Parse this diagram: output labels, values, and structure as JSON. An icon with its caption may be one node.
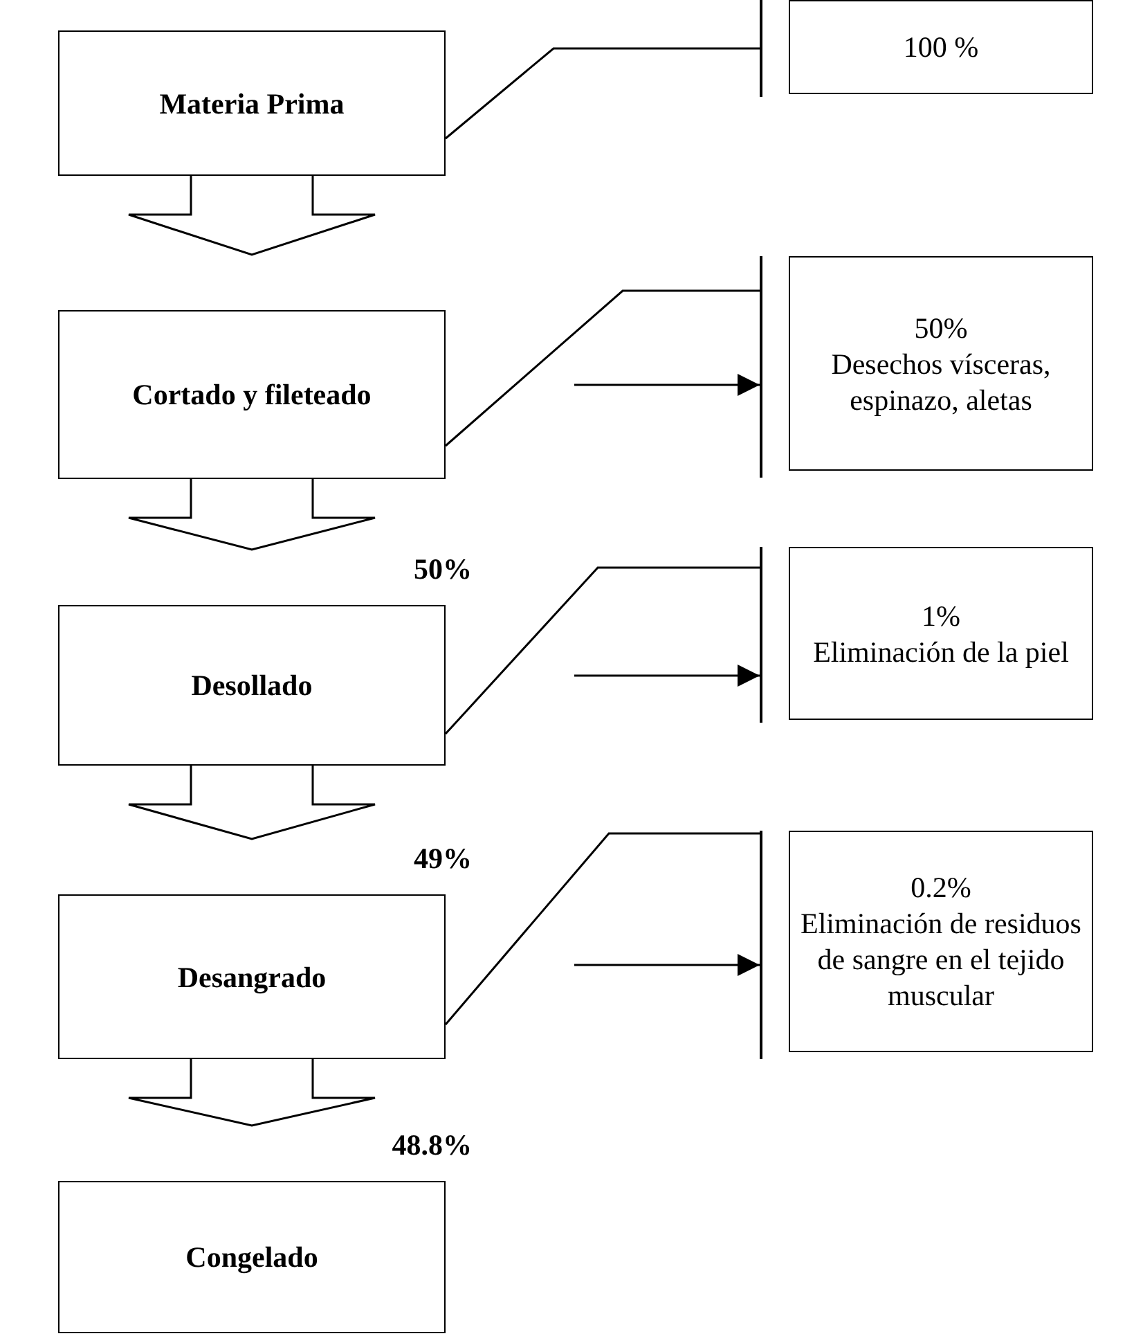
{
  "diagram": {
    "nodes": [
      {
        "text": [
          "Materia Prima"
        ]
      },
      {
        "text": [],
        "shape": "bar"
      },
      {
        "text": [
          "100 %"
        ]
      },
      {
        "text": [
          "Cortado y fileteado"
        ]
      },
      {
        "text": [],
        "shape": "bar"
      },
      {
        "text": [
          "50%",
          "Desechos vísceras, espinazo, aletas"
        ]
      },
      {
        "text": [
          "Desollado"
        ],
        "beside": [
          "50%"
        ]
      },
      {
        "text": [],
        "shape": "bar"
      },
      {
        "text": [
          "1%",
          "Eliminación de la piel"
        ]
      },
      {
        "text": [
          "Desangrado"
        ],
        "beside": [
          "49%"
        ]
      },
      {
        "text": [],
        "shape": "bar"
      },
      {
        "text": [
          "0.2%",
          "Eliminación de residuos de sangre en el tejido muscular"
        ]
      },
      {
        "text": [
          "Congelado"
        ],
        "beside": [
          "48.8%"
        ]
      }
    ],
    "edges": [
      {
        "from": 0,
        "to": 3,
        "arrow": "to",
        "style": "thick"
      },
      {
        "from": 3,
        "to": 6,
        "arrow": "to",
        "style": "thick"
      },
      {
        "from": 6,
        "to": 9,
        "arrow": "to",
        "style": "thick"
      },
      {
        "from": 9,
        "to": 12,
        "arrow": "to",
        "style": "thick"
      },
      {
        "from": 0,
        "to": 1,
        "arrow": "none"
      },
      {
        "from": 3,
        "to": 4,
        "arrow": "none"
      },
      {
        "from": null,
        "to": 4,
        "arrow": "to"
      },
      {
        "from": 6,
        "to": 7,
        "arrow": "none"
      },
      {
        "from": null,
        "to": 7,
        "arrow": "to"
      },
      {
        "from": 9,
        "to": 10,
        "arrow": "none"
      },
      {
        "from": null,
        "to": 10,
        "arrow": "to"
      }
    ]
  }
}
